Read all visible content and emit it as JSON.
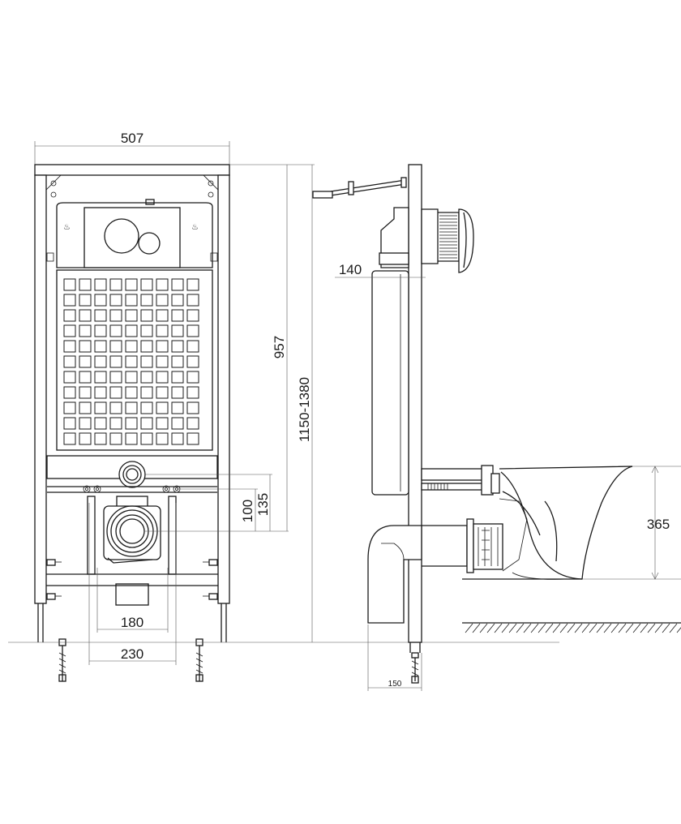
{
  "dimensions": {
    "frame_width": "507",
    "frame_height": "957",
    "height_range": "1150-1380",
    "depth": "140",
    "axis_180": "180",
    "axis_230": "230",
    "height_100": "100",
    "height_135": "135",
    "bowl_height": "365",
    "floor_offset": "150"
  },
  "grid": {
    "rows": 11,
    "cols": 9
  },
  "colors": {
    "line": "#1a1a1a",
    "background": "#ffffff"
  },
  "icons": [
    "full-flush-icon",
    "half-flush-icon",
    "dual-flush-button-icon",
    "bolt-icon"
  ]
}
